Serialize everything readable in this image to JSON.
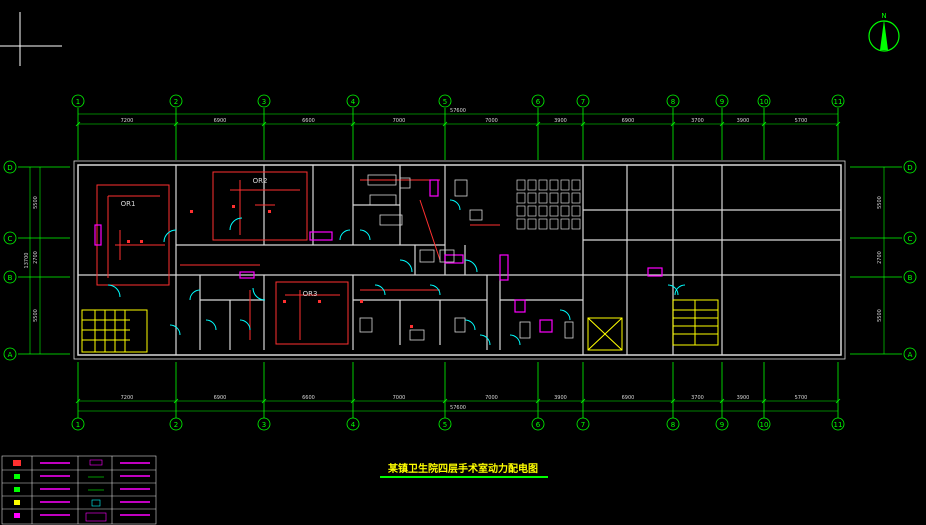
{
  "title": "某镇卫生院四层手术室动力配电图",
  "grid": {
    "columns": [
      "1",
      "2",
      "3",
      "4",
      "5",
      "6",
      "7",
      "8",
      "9",
      "10",
      "11"
    ],
    "rows": [
      "D",
      "C",
      "B",
      "A"
    ]
  },
  "dimensions": {
    "top": [
      "7200",
      "6900",
      "6600",
      "7000",
      "7000",
      "3900",
      "6900",
      "3700",
      "3900",
      "5700"
    ],
    "top_total": "57600",
    "bottom": [
      "7200",
      "6900",
      "6600",
      "7000",
      "7000",
      "3900",
      "6900",
      "3700",
      "3900",
      "5700"
    ],
    "bottom_total": "57600",
    "left": [
      "5500",
      "2700",
      "5500"
    ],
    "left_total": "13700",
    "right": [
      "5500",
      "2700",
      "5500"
    ]
  },
  "rooms": {
    "or1": "OR1",
    "or2": "OR2",
    "or3": "OR3"
  },
  "colors": {
    "background": "#000000",
    "grid": "#00ff00",
    "wall": "#d8d8d8",
    "circuit": "#ff3030",
    "panel": "#ff00ff",
    "door": "#00ffff",
    "stair": "#ffff00",
    "title": "#ffff00"
  },
  "north_arrow": {
    "icon": "north-arrow-icon"
  },
  "legend": {
    "rows": 5
  }
}
